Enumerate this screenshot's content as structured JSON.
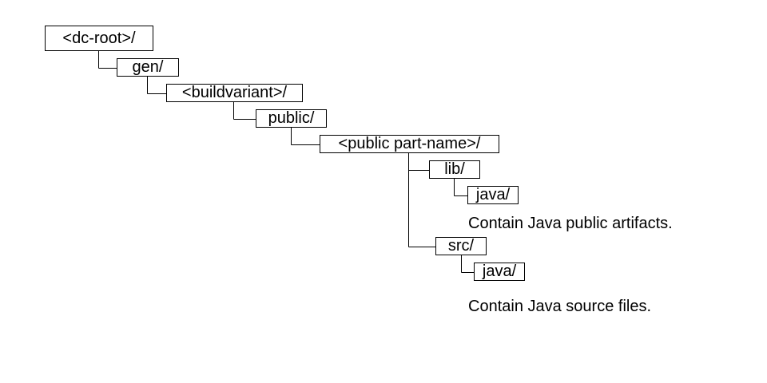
{
  "tree": {
    "dc_root": "<dc-root>/",
    "gen": "gen/",
    "buildvariant": "<buildvariant>/",
    "public": "public/",
    "public_part_name": "<public part-name>/",
    "lib": "lib/",
    "lib_java": "java/",
    "src": "src/",
    "src_java": "java/"
  },
  "notes": {
    "lib_java": "Contain Java  public artifacts.",
    "src_java": "Contain Java  source files."
  }
}
